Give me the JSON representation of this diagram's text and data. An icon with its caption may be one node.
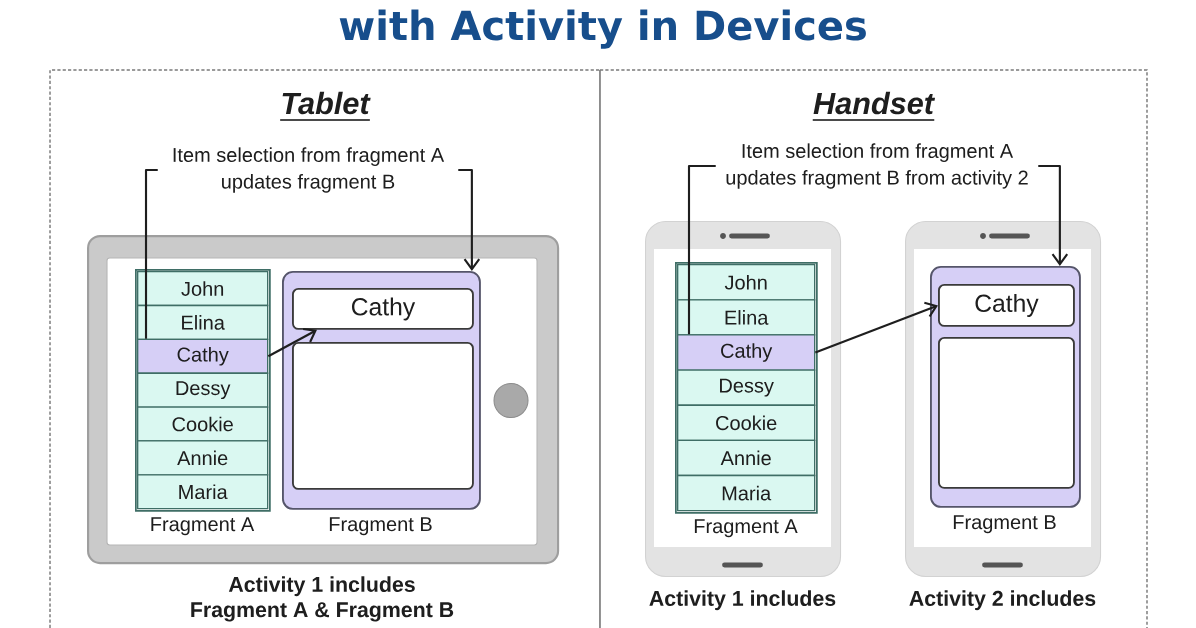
{
  "diagram": {
    "title": "with Activity in Devices",
    "nodes": [
      {
        "text": [
          "Tablet"
        ]
      },
      {
        "text": [
          "Item selection from fragment A updates fragment B"
        ],
        "in": 0
      },
      {
        "text": [],
        "shape": "tablet",
        "in": 0,
        "beside": [
          "Activity 1 includes Fragment A & Fragment B"
        ]
      },
      {
        "text": [
          "Fragment A"
        ],
        "in": 2
      },
      {
        "text": [
          "John"
        ],
        "in": 3
      },
      {
        "text": [
          "Elina"
        ],
        "in": 3
      },
      {
        "text": [
          "Cathy"
        ],
        "in": 3
      },
      {
        "text": [
          "Dessy"
        ],
        "in": 3
      },
      {
        "text": [
          "Cookie"
        ],
        "in": 3
      },
      {
        "text": [
          "Annie"
        ],
        "in": 3
      },
      {
        "text": [
          "Maria"
        ],
        "in": 3
      },
      {
        "text": [
          "Fragment B"
        ],
        "in": 2
      },
      {
        "text": [
          "Cathy"
        ],
        "in": 11
      },
      {
        "text": [],
        "shape": "box",
        "in": 11
      },
      {
        "text": [
          "Handset"
        ]
      },
      {
        "text": [
          "Item selection from fragment A updates fragment B from activity 2"
        ],
        "in": 14
      },
      {
        "text": [],
        "shape": "phone",
        "in": 14,
        "beside": [
          "Activity 1 includes"
        ]
      },
      {
        "text": [
          "Fragment A"
        ],
        "in": 16
      },
      {
        "text": [
          "John"
        ],
        "in": 17
      },
      {
        "text": [
          "Elina"
        ],
        "in": 17
      },
      {
        "text": [
          "Cathy"
        ],
        "in": 17
      },
      {
        "text": [
          "Dessy"
        ],
        "in": 17
      },
      {
        "text": [
          "Cookie"
        ],
        "in": 17
      },
      {
        "text": [
          "Annie"
        ],
        "in": 17
      },
      {
        "text": [
          "Maria"
        ],
        "in": 17
      },
      {
        "text": [],
        "shape": "phone",
        "in": 14,
        "beside": [
          "Activity 2 includes"
        ]
      },
      {
        "text": [
          "Fragment B"
        ],
        "in": 25
      },
      {
        "text": [
          "Cathy"
        ],
        "in": 26
      },
      {
        "text": [],
        "shape": "box",
        "in": 26
      }
    ],
    "edges": [
      {
        "from": 1,
        "to": 6,
        "arrow": "none"
      },
      {
        "from": 1,
        "to": 11,
        "arrow": "to"
      },
      {
        "from": 6,
        "to": 12,
        "arrow": "to"
      },
      {
        "from": 15,
        "to": 20,
        "arrow": "none"
      },
      {
        "from": 15,
        "to": 26,
        "arrow": "to"
      },
      {
        "from": 20,
        "to": 27,
        "arrow": "to"
      }
    ]
  }
}
